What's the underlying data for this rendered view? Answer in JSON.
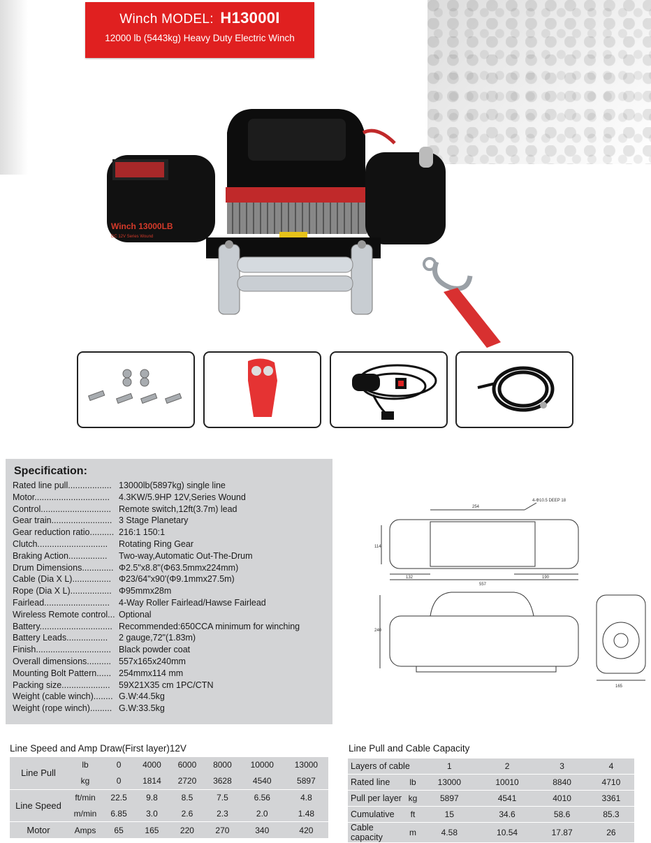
{
  "header": {
    "model_prefix": "Winch MODEL:",
    "model_code": "H13000I",
    "subtitle": "12000 lb (5443kg) Heavy Duty Electric Winch"
  },
  "product_image": {
    "label_main": "Winch 13000LB",
    "label_sub": "DC 12V Series Wound"
  },
  "specification": {
    "title": "Specification:",
    "rows": [
      {
        "label": "Rated line pull..................",
        "value": "13000lb(5897kg) single line"
      },
      {
        "label": "Motor...............................",
        "value": "4.3KW/5.9HP 12V,Series Wound"
      },
      {
        "label": "Control.............................",
        "value": "Remote switch,12ft(3.7m) lead"
      },
      {
        "label": "Gear train.........................",
        "value": "3 Stage Planetary"
      },
      {
        "label": "Gear reduction ratio..........",
        "value": "216:1 150:1"
      },
      {
        "label": "Clutch.............................",
        "value": "Rotating Ring Gear"
      },
      {
        "label": "Braking Action................",
        "value": "Two-way,Automatic Out-The-Drum"
      },
      {
        "label": "Drum Dimensions.............",
        "value": "Φ2.5\"x8.8\"(Φ63.5mmx224mm)"
      },
      {
        "label": "Cable (Dia X L)................",
        "value": "Φ23/64\"x90'(Φ9.1mmx27.5m)"
      },
      {
        "label": "Rope (Dia X L).................",
        "value": "Φ95mmx28m"
      },
      {
        "label": "Fairlead...........................",
        "value": "4-Way Roller Fairlead/Hawse Fairlead"
      },
      {
        "label": "Wireless Remote control...",
        "value": "Optional"
      },
      {
        "label": "Battery..............................",
        "value": "Recommended:650CCA minimum for winching"
      },
      {
        "label": "Battery Leads.................",
        "value": "2 gauge,72\"(1.83m)"
      },
      {
        "label": "Finish...............................",
        "value": "Black powder coat"
      },
      {
        "label": "Overall dimensions..........",
        "value": "557x165x240mm"
      },
      {
        "label": "Mounting Bolt Pattern......",
        "value": "254mmx114 mm"
      },
      {
        "label": "Packing size....................",
        "value": "59X21X35 cm 1PC/CTN"
      },
      {
        "label": "Weight (cable winch)........",
        "value": "G.W:44.5kg"
      },
      {
        "label": "Weight (rope winch).........",
        "value": "G.W:33.5kg"
      }
    ]
  },
  "diagram_dims": {
    "top_width": "254",
    "bolt": "4-Φ10.5 DEEP 18",
    "top_height": "114",
    "left_seg": "132",
    "overall": "557",
    "right_seg": "190",
    "height": "240",
    "side_width": "165"
  },
  "line_speed_table": {
    "title": "Line Speed and Amp Draw(First layer)12V",
    "groups": [
      {
        "group": "Line Pull",
        "rows": [
          {
            "unit": "lb",
            "values": [
              "0",
              "4000",
              "6000",
              "8000",
              "10000",
              "13000"
            ]
          },
          {
            "unit": "kg",
            "values": [
              "0",
              "1814",
              "2720",
              "3628",
              "4540",
              "5897"
            ]
          }
        ]
      },
      {
        "group": "Line Speed",
        "rows": [
          {
            "unit": "ft/min",
            "values": [
              "22.5",
              "9.8",
              "8.5",
              "7.5",
              "6.56",
              "4.8"
            ]
          },
          {
            "unit": "m/min",
            "values": [
              "6.85",
              "3.0",
              "2.6",
              "2.3",
              "2.0",
              "1.48"
            ]
          }
        ]
      },
      {
        "group": "Motor",
        "rows": [
          {
            "unit": "Amps",
            "values": [
              "65",
              "165",
              "220",
              "270",
              "340",
              "420"
            ]
          }
        ]
      }
    ]
  },
  "capacity_table": {
    "title": "Line Pull and Cable Capacity",
    "header": {
      "label": "Layers of cable",
      "values": [
        "1",
        "2",
        "3",
        "4"
      ]
    },
    "rated_label_1": "Rated line",
    "rated_label_2": "Pull per layer",
    "rated_rows": [
      {
        "unit": "lb",
        "values": [
          "13000",
          "10010",
          "8840",
          "4710"
        ]
      },
      {
        "unit": "kg",
        "values": [
          "5897",
          "4541",
          "4010",
          "3361"
        ]
      }
    ],
    "cumulative": [
      {
        "label": "Cumulative",
        "unit": "ft",
        "values": [
          "15",
          "34.6",
          "58.6",
          "85.3"
        ]
      },
      {
        "label": "Cable capacity",
        "unit": "m",
        "values": [
          "4.58",
          "10.54",
          "17.87",
          "26"
        ]
      }
    ]
  }
}
